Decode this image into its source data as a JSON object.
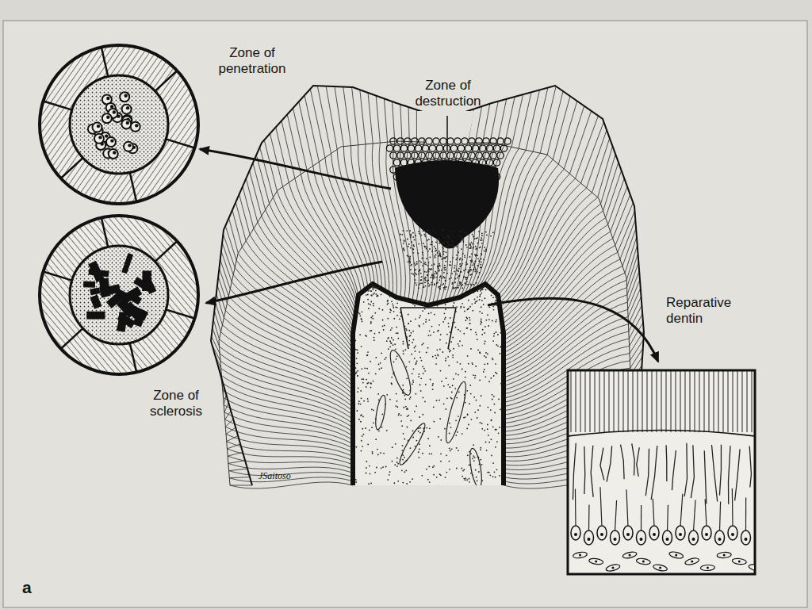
{
  "diagram": {
    "labels": [
      "Zone of penetration",
      "Zone of destruction",
      "Zone of sclerosis",
      "Reparative dentin",
      "JSaitoso",
      "a"
    ]
  }
}
